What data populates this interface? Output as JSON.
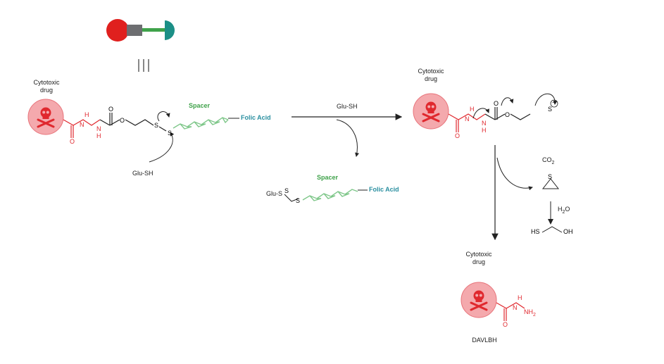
{
  "labels": {
    "cytotoxic_drug_1": [
      "Cytotoxic",
      "drug"
    ],
    "cytotoxic_drug_2": [
      "Cytotoxic",
      "drug"
    ],
    "cytotoxic_drug_3": [
      "Cytotoxic",
      "drug"
    ],
    "spacer_1": "Spacer",
    "spacer_2": "Spacer",
    "folic_acid_1": "Folic Acid",
    "folic_acid_2": "Folic Acid",
    "glu_sh_top": "Glu-SH",
    "glu_sh_attack": "Glu-SH",
    "glu_s_s": "Glu-S",
    "s_atom": "S",
    "co2": "CO",
    "co2_sub": "2",
    "h2o": "H",
    "h2o_sub": "2",
    "h2o_o": "O",
    "hs": "HS",
    "oh": "OH",
    "nh2": "NH",
    "nh2_sub": "2",
    "davlbh": "DAVLBH",
    "n_h": "H",
    "n_n": "N",
    "o_atom": "O",
    "equiv_sign": "|||",
    "minus": "−"
  },
  "colors": {
    "drug_red": "#e0282e",
    "drug_circle_fill": "#f4a9ad",
    "conjugate_ball": "#e0201e",
    "linker_gray": "#6d6e71",
    "spacer_green": "#3fa24a",
    "folate_teal": "#1b8f86"
  }
}
